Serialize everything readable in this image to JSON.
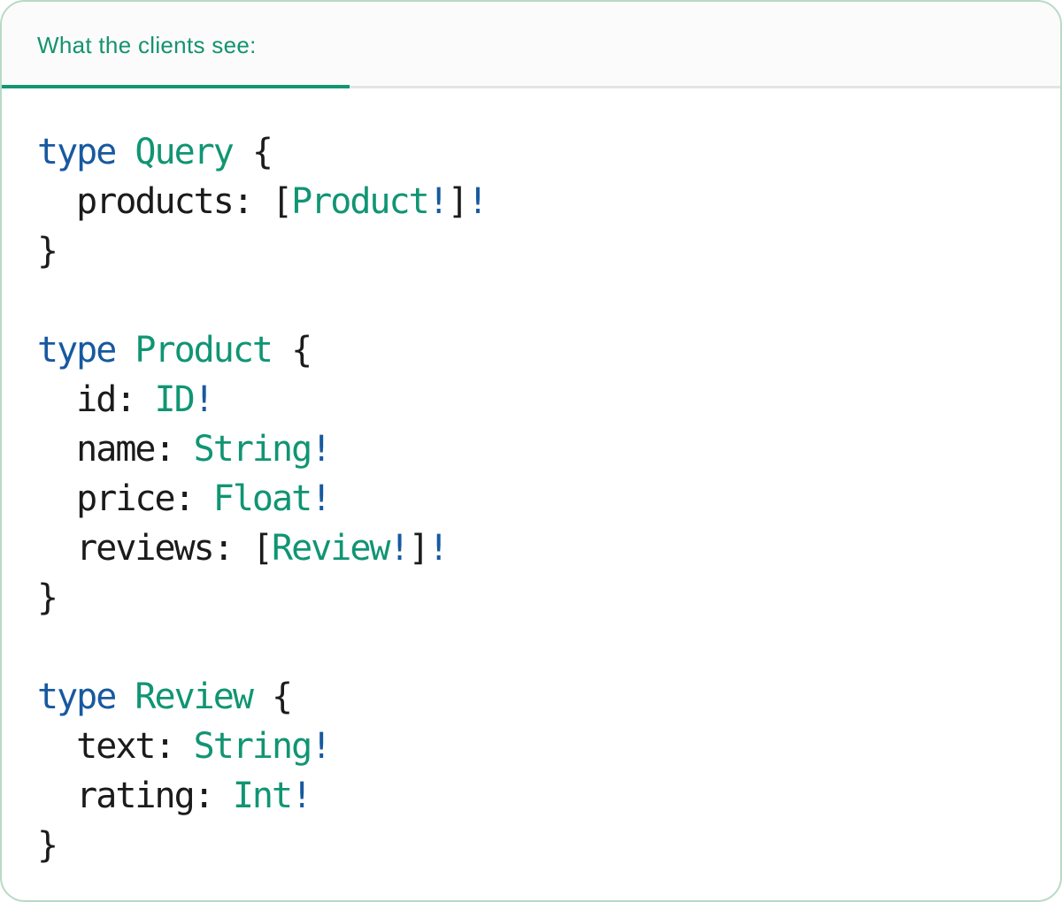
{
  "header": {
    "label": "What the clients see:"
  },
  "colors": {
    "card_bg": "#FFFFFF",
    "card_border": "#B7DAC6",
    "header_bg": "#FBFBFB",
    "header_text": "#14936E",
    "tab_accent": "#159572",
    "divider": "#E4E4E4",
    "keyword": "#17599F",
    "typename": "#109573",
    "plain": "#1B1B1B"
  },
  "code": {
    "language": "graphql",
    "lines": [
      [
        {
          "t": "type",
          "c": "k"
        },
        {
          "t": " ",
          "c": "p"
        },
        {
          "t": "Query",
          "c": "t"
        },
        {
          "t": " {",
          "c": "p"
        }
      ],
      [
        {
          "t": "  products: [",
          "c": "p"
        },
        {
          "t": "Product",
          "c": "t"
        },
        {
          "t": "!",
          "c": "k"
        },
        {
          "t": "]",
          "c": "p"
        },
        {
          "t": "!",
          "c": "k"
        }
      ],
      [
        {
          "t": "}",
          "c": "p"
        }
      ],
      [],
      [
        {
          "t": "type",
          "c": "k"
        },
        {
          "t": " ",
          "c": "p"
        },
        {
          "t": "Product",
          "c": "t"
        },
        {
          "t": " {",
          "c": "p"
        }
      ],
      [
        {
          "t": "  id: ",
          "c": "p"
        },
        {
          "t": "ID",
          "c": "t"
        },
        {
          "t": "!",
          "c": "k"
        }
      ],
      [
        {
          "t": "  name: ",
          "c": "p"
        },
        {
          "t": "String",
          "c": "t"
        },
        {
          "t": "!",
          "c": "k"
        }
      ],
      [
        {
          "t": "  price: ",
          "c": "p"
        },
        {
          "t": "Float",
          "c": "t"
        },
        {
          "t": "!",
          "c": "k"
        }
      ],
      [
        {
          "t": "  reviews: [",
          "c": "p"
        },
        {
          "t": "Review",
          "c": "t"
        },
        {
          "t": "!",
          "c": "k"
        },
        {
          "t": "]",
          "c": "p"
        },
        {
          "t": "!",
          "c": "k"
        }
      ],
      [
        {
          "t": "}",
          "c": "p"
        }
      ],
      [],
      [
        {
          "t": "type",
          "c": "k"
        },
        {
          "t": " ",
          "c": "p"
        },
        {
          "t": "Review",
          "c": "t"
        },
        {
          "t": " {",
          "c": "p"
        }
      ],
      [
        {
          "t": "  text: ",
          "c": "p"
        },
        {
          "t": "String",
          "c": "t"
        },
        {
          "t": "!",
          "c": "k"
        }
      ],
      [
        {
          "t": "  rating: ",
          "c": "p"
        },
        {
          "t": "Int",
          "c": "t"
        },
        {
          "t": "!",
          "c": "k"
        }
      ],
      [
        {
          "t": "}",
          "c": "p"
        }
      ]
    ]
  }
}
